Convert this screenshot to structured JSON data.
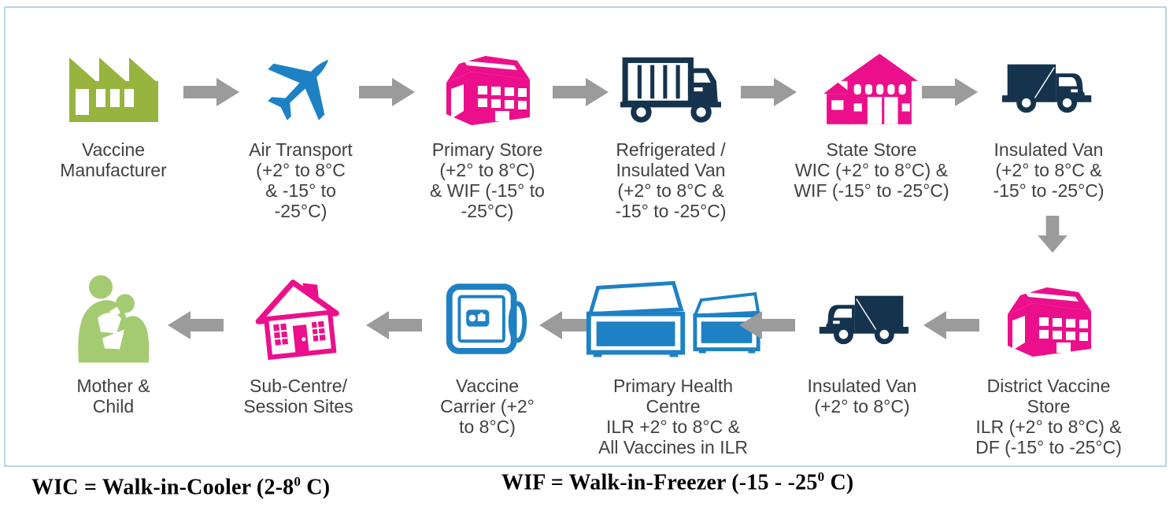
{
  "colors": {
    "green": "#97b43f",
    "light_green": "#a4cb72",
    "pink": "#ec0f8b",
    "navy": "#15334d",
    "blue": "#1e81c4",
    "arrow_gray": "#9b9b9b",
    "border_blue": "#b8d8e8",
    "label_text": "#414141",
    "footer_text": "#000000"
  },
  "top_row": [
    {
      "icon": "factory-icon",
      "label": "Vaccine\nManufacturer"
    },
    {
      "icon": "airplane-icon",
      "label": "Air Transport\n(+2° to 8°C\n& -15° to\n-25°C)"
    },
    {
      "icon": "warehouse-icon",
      "label": "Primary Store\n(+2° to 8°C)\n& WIF (-15° to\n-25°C)"
    },
    {
      "icon": "box-truck-icon",
      "label": "Refrigerated /\nInsulated Van\n(+2° to 8°C &\n-15° to -25°C)"
    },
    {
      "icon": "state-store-icon",
      "label": "State Store\nWIC (+2° to 8°C) &\nWIF (-15° to -25°C)"
    },
    {
      "icon": "van-icon",
      "label": "Insulated Van\n(+2° to 8°C  &\n-15° to -25°C)"
    }
  ],
  "bottom_row": [
    {
      "icon": "mother-child-icon",
      "label": "Mother &\nChild"
    },
    {
      "icon": "sub-centre-house-icon",
      "label": "Sub-Centre/\nSession Sites"
    },
    {
      "icon": "vaccine-carrier-icon",
      "label": "Vaccine\nCarrier (+2°\nto 8°C)"
    },
    {
      "icon": "cold-boxes-icon",
      "label": "Primary Health\nCentre\nILR +2° to 8°C &\nAll Vaccines in ILR"
    },
    {
      "icon": "van-left-icon",
      "label": "Insulated Van\n(+2° to 8°C)"
    },
    {
      "icon": "warehouse-icon",
      "label": "District Vaccine\nStore\nILR (+2° to 8°C) &\nDF (-15° to -25°C)"
    }
  ],
  "footer": {
    "wic": {
      "prefix": "WIC = Walk-in-Cooler (2-8",
      "sup": "0",
      "suffix": " C)"
    },
    "wif": {
      "prefix": "WIF = Walk-in-Freezer (-15 - -25",
      "sup": "0",
      "suffix": " C)"
    }
  }
}
